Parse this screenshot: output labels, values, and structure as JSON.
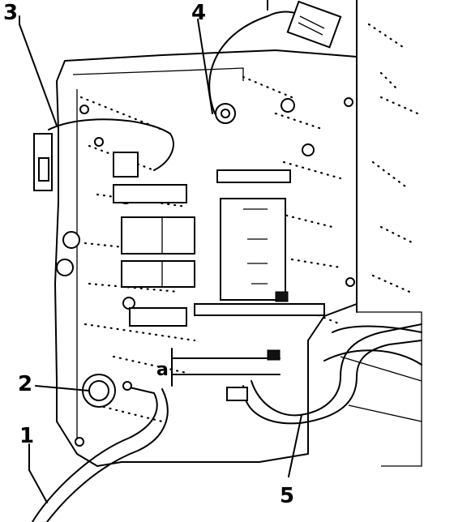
{
  "figure": {
    "callouts": {
      "c1": "1",
      "c2": "2",
      "c3": "3",
      "c4": "4",
      "c5": "5",
      "a": "a"
    }
  }
}
